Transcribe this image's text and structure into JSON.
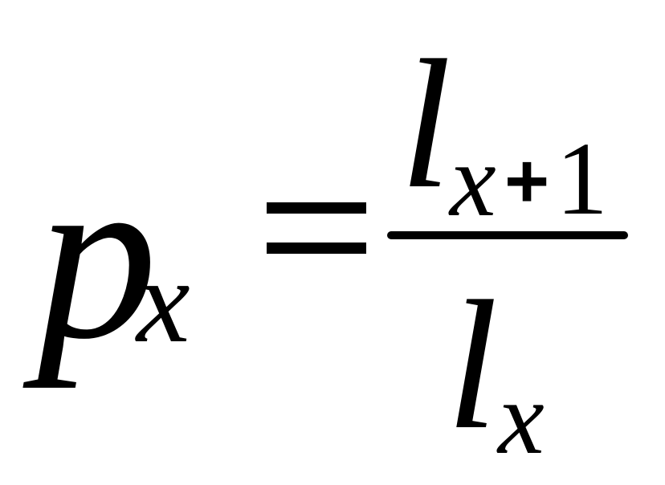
{
  "formula": {
    "lhs": {
      "base": "p",
      "subscript": "x"
    },
    "operator": "=",
    "numerator": {
      "base": "l",
      "subscript_var": "x",
      "subscript_op": "+",
      "subscript_num": "1"
    },
    "denominator": {
      "base": "l",
      "subscript": "x"
    }
  }
}
